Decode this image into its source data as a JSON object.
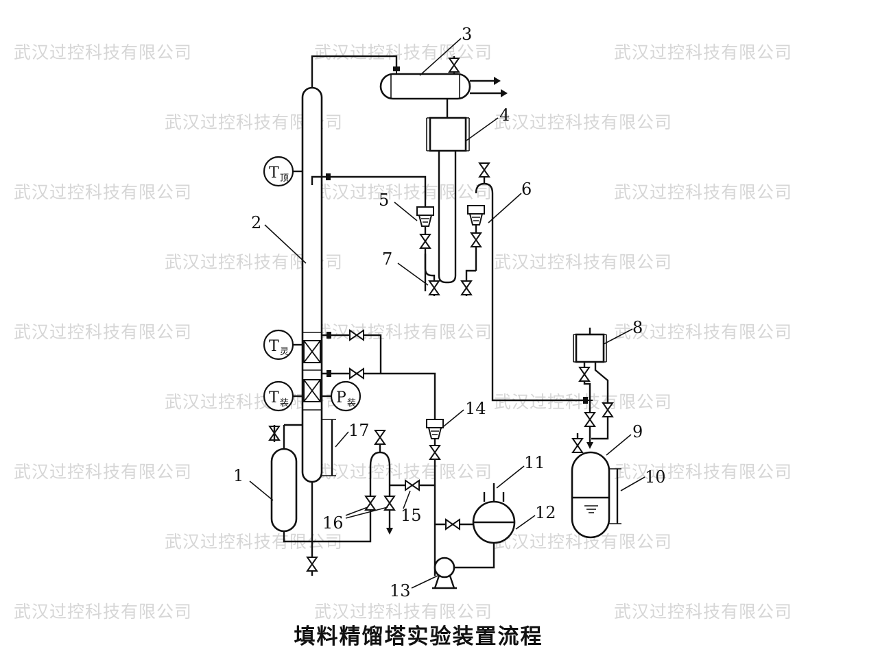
{
  "watermark": "武汉过控科技有限公司",
  "title": "填料精馏塔实验装置流程",
  "gauges": {
    "t_top": {
      "main": "T",
      "sub": "顶"
    },
    "t_sens": {
      "main": "T",
      "sub": "灵"
    },
    "t_pack": {
      "main": "T",
      "sub": "装"
    },
    "p_pack": {
      "main": "P",
      "sub": "装"
    }
  },
  "labels": {
    "n1": "1",
    "n2": "2",
    "n3": "3",
    "n4": "4",
    "n5": "5",
    "n6": "6",
    "n7": "7",
    "n8": "8",
    "n9": "9",
    "n10": "10",
    "n11": "11",
    "n12": "12",
    "n13": "13",
    "n14": "14",
    "n15": "15",
    "n16": "16",
    "n17": "17"
  }
}
